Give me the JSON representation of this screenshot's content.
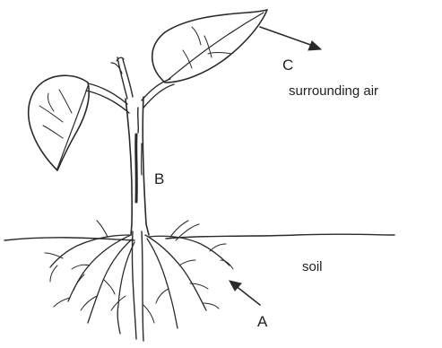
{
  "labels": {
    "a": "A",
    "b": "B",
    "c": "C",
    "air": "surrounding air",
    "soil": "soil"
  }
}
